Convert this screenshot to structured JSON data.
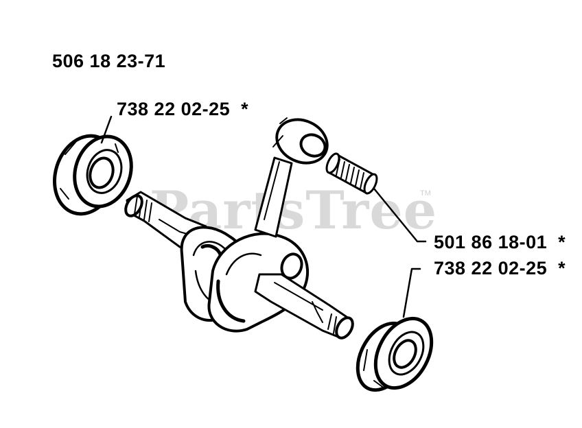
{
  "diagram": {
    "assembly_part_number": "506 18 23-71",
    "callouts": [
      {
        "id": "bearing-top",
        "part_number": "738 22 02-25",
        "marker": "*"
      },
      {
        "id": "needle-bearing",
        "part_number": "501 86 18-01",
        "marker": "*"
      },
      {
        "id": "bearing-bottom",
        "part_number": "738 22 02-25",
        "marker": "*"
      }
    ],
    "watermark": {
      "text": "PartsTree",
      "trademark": "TM"
    },
    "colors": {
      "ink": "#000000",
      "watermark": "#d9d9d9"
    }
  }
}
